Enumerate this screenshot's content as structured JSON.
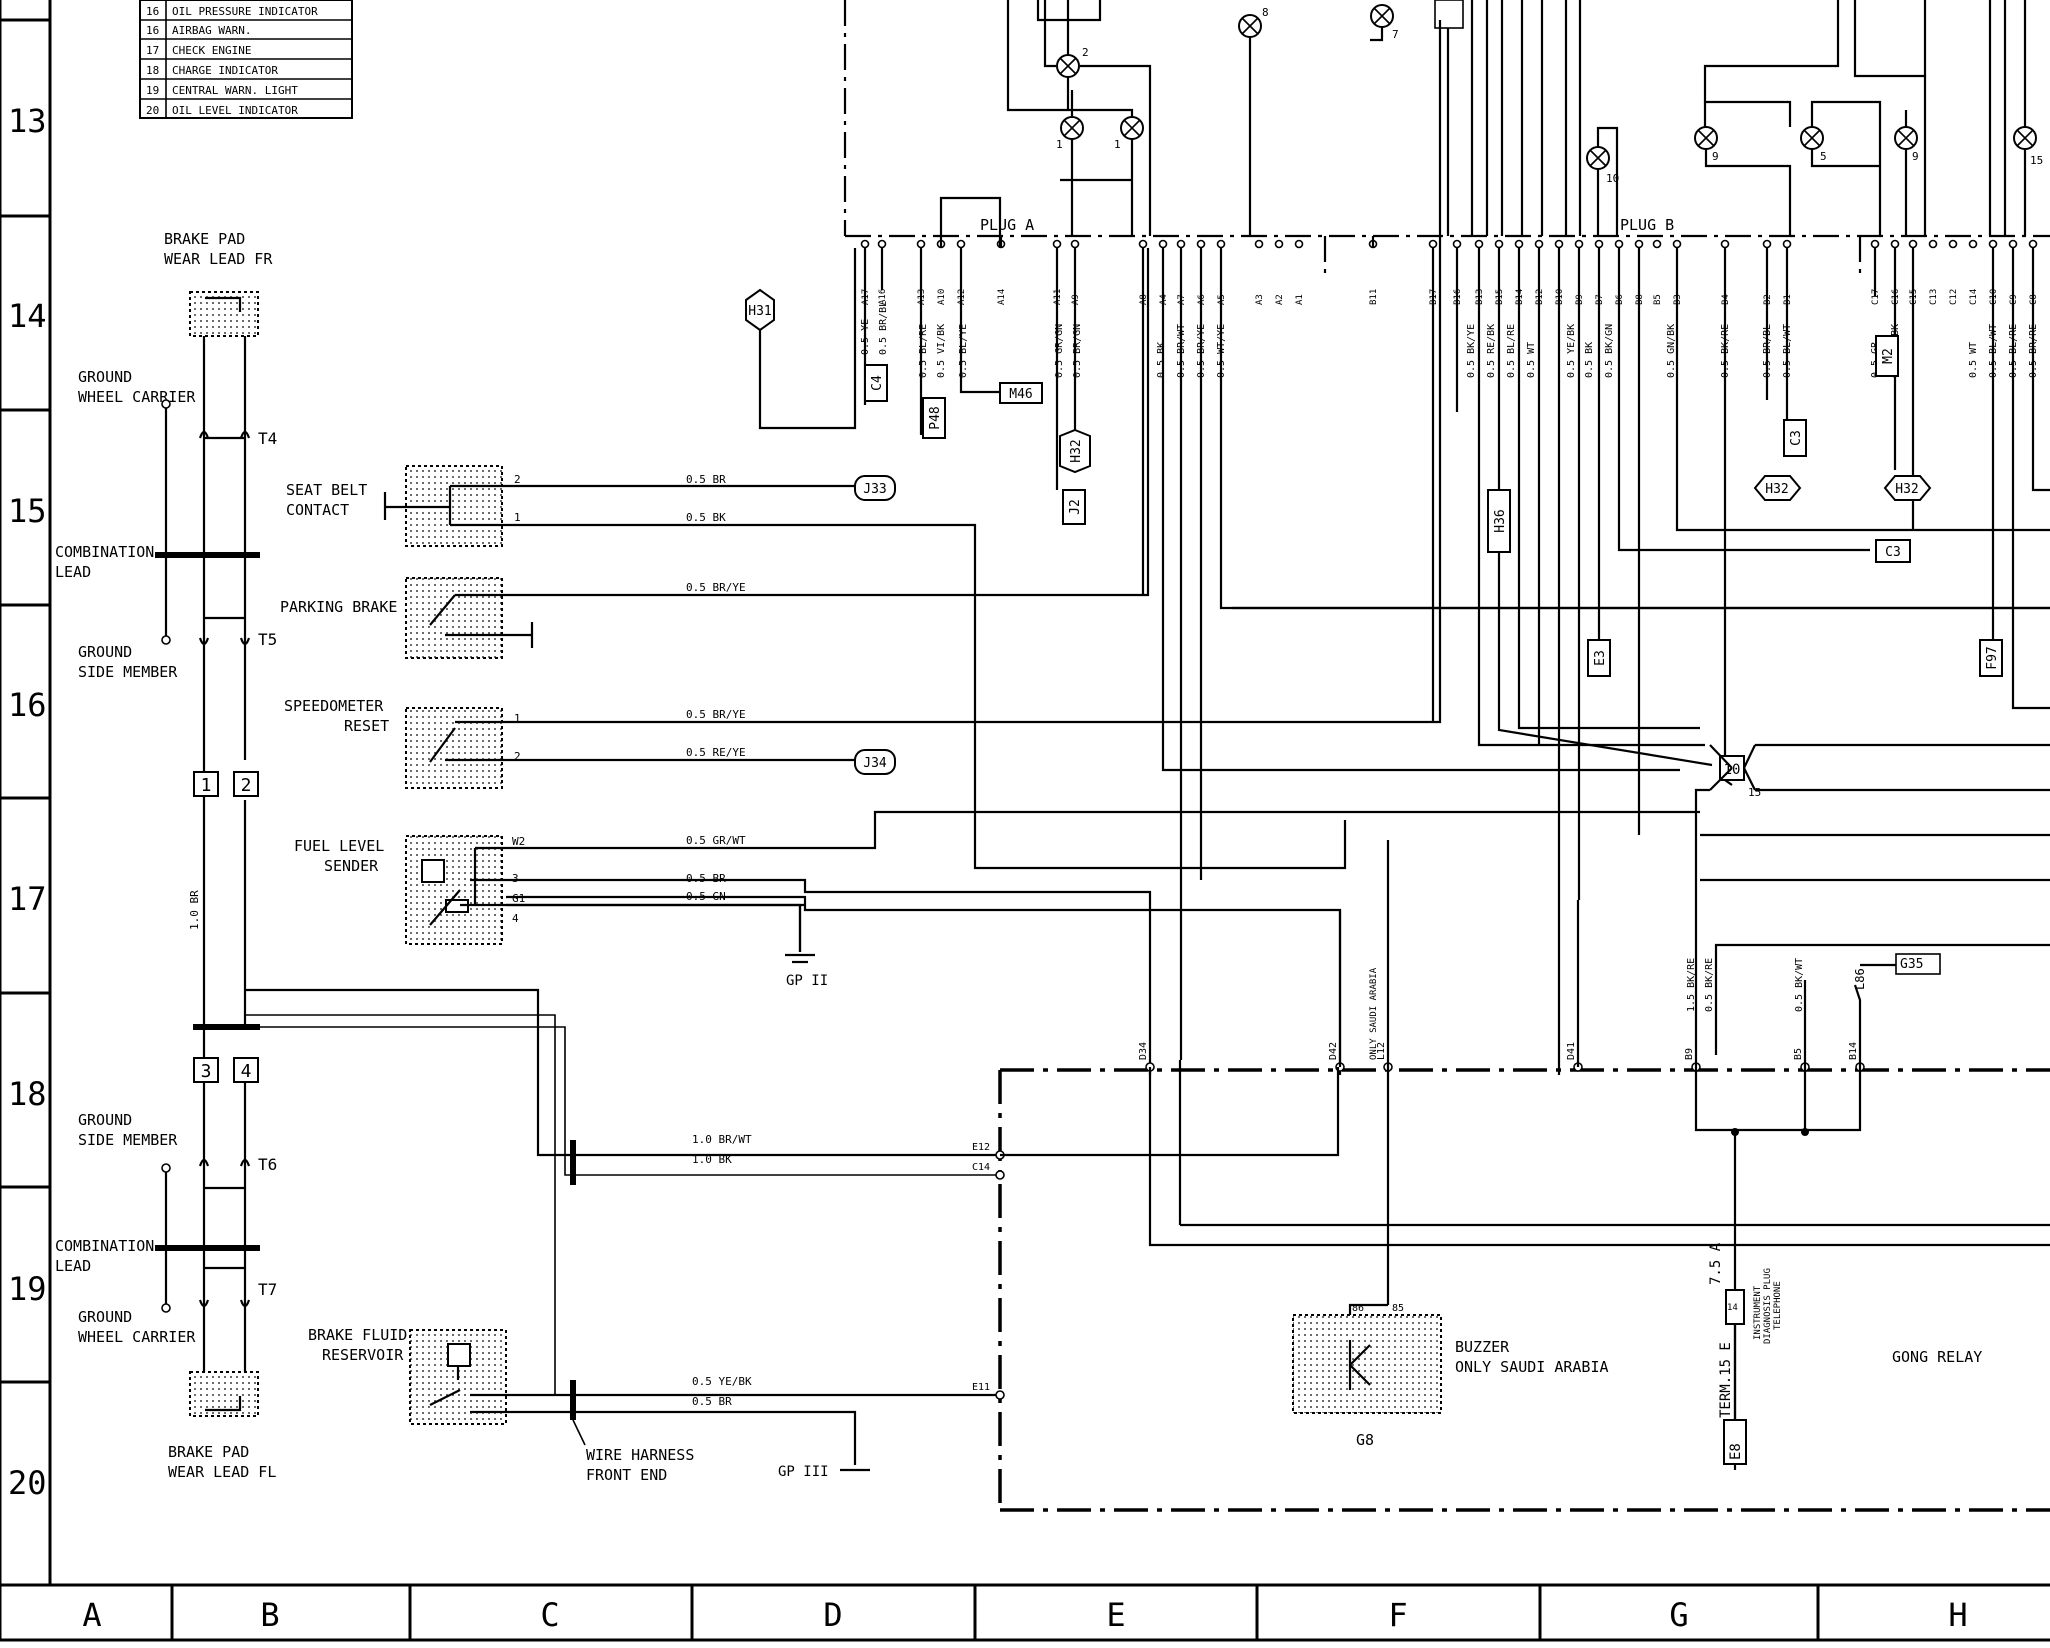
{
  "legend": [
    {
      "no": "16",
      "text": "OIL PRESSURE INDICATOR"
    },
    {
      "no": "16",
      "text": "AIRBAG WARN."
    },
    {
      "no": "17",
      "text": "CHECK ENGINE"
    },
    {
      "no": "18",
      "text": "CHARGE INDICATOR"
    },
    {
      "no": "19",
      "text": "CENTRAL WARN. LIGHT"
    },
    {
      "no": "20",
      "text": "OIL LEVEL INDICATOR"
    }
  ],
  "row_labels": [
    "13",
    "14",
    "15",
    "16",
    "17",
    "18",
    "19",
    "20"
  ],
  "column_labels": [
    "A",
    "B",
    "C",
    "D",
    "E",
    "F",
    "G",
    "H"
  ],
  "components": {
    "brake_pad_fr": [
      "BRAKE PAD",
      "WEAR LEAD FR"
    ],
    "brake_pad_fl": [
      "BRAKE PAD",
      "WEAR LEAD FL"
    ],
    "ground_wheel_carrier_top": [
      "GROUND",
      "WHEEL CARRIER"
    ],
    "ground_side_member_top": [
      "GROUND",
      "SIDE MEMBER"
    ],
    "ground_side_member_bottom": [
      "GROUND",
      "SIDE MEMBER"
    ],
    "ground_wheel_carrier_bottom": [
      "GROUND",
      "WHEEL CARRIER"
    ],
    "combination_lead_top": [
      "COMBINATION",
      "LEAD"
    ],
    "combination_lead_bottom": [
      "COMBINATION",
      "LEAD"
    ],
    "seat_belt": [
      "SEAT BELT",
      "CONTACT"
    ],
    "parking_brake": [
      "PARKING BRAKE"
    ],
    "speedometer_reset": [
      "SPEEDOMETER",
      "RESET"
    ],
    "fuel_level_sender": [
      "FUEL LEVEL",
      "SENDER"
    ],
    "brake_fluid": [
      "BRAKE FLUID",
      "RESERVOIR"
    ],
    "wire_harness": [
      "WIRE HARNESS",
      "FRONT END"
    ],
    "buzzer": [
      "BUZZER",
      "ONLY SAUDI ARABIA"
    ],
    "buzzer_id": "G8",
    "gong_relay": "GONG RELAY",
    "plug_a": "PLUG A",
    "plug_b": "PLUG B",
    "term15": "TERM.15 E",
    "fuse": "7.5 A",
    "fuse_note": [
      "INSTRUMENT",
      "DIAGNOSIS PLUG",
      "TELEPHONE"
    ],
    "only_saudi": "ONLY SAUDI ARABIA",
    "gp2": "GP II",
    "gp3": "GP III"
  },
  "terminals": {
    "T4": "T4",
    "T5": "T5",
    "T6": "T6",
    "T7": "T7",
    "b1": "1",
    "b2": "2",
    "b3": "3",
    "b4": "4"
  },
  "wires": {
    "seat_belt_2": "0.5 BR",
    "seat_belt_1": "0.5 BK",
    "parking": "0.5 BR/YE",
    "speedo_1": "0.5 BR/YE",
    "speedo_2": "0.5 RE/YE",
    "fuel_w2": "0.5 GR/WT",
    "fuel_3": "0.5 BR",
    "fuel_g1": "0.5 GN",
    "b_1_0_br": "1.0 BR",
    "e12": "1.0 BR/WT",
    "c14": "1.0 BK",
    "e11": "0.5 YE/BK",
    "e11b": "0.5 BR",
    "g_b9": "1.5 BK/RE",
    "g_b9b": "0.5 BK/RE",
    "g_b5": "0.5 BK/WT"
  },
  "plug_a_pins": [
    "A17",
    "A16",
    "A13",
    "A10",
    "A12",
    "A14",
    "A11",
    "A9",
    "A8",
    "A4",
    "A7",
    "A6",
    "A5",
    "A3",
    "A2",
    "A1"
  ],
  "plug_a_wires": [
    "0.5 YE",
    "0.5 BR/BL",
    "0.5 BL/RE",
    "0.5 VI/BK",
    "0.5 BL/YE",
    "0.5 GR/GN",
    "0.5 BR/GN",
    "0.5 BK",
    "0.5 BR/WT",
    "0.5 BR/YE",
    "0.5 WT/YE"
  ],
  "plug_b_pins": [
    "B11",
    "B17",
    "B16",
    "B13",
    "B15",
    "B14",
    "B12",
    "B10",
    "B9",
    "B7",
    "B6",
    "B8",
    "B5",
    "B3",
    "B4",
    "B2",
    "B1"
  ],
  "plug_b_wires": [
    "0.5 BK/YE",
    "0.5 RE/BK",
    "0.5 BL/RE",
    "0.5 WT",
    "0.5 YE/BK",
    "0.5 BK",
    "0.5 BK/GN",
    "0.5 GN/BK",
    "0.5 BK/RE",
    "0.5 BR/BL",
    "0.5 BL/WT"
  ],
  "plug_c_pins": [
    "C17",
    "C16",
    "C15",
    "C13",
    "C12",
    "C14",
    "C10",
    "C9",
    "C8"
  ],
  "plug_c_wires": [
    "0.5 GR",
    "0.5 BL/BK",
    "0.5 WT",
    "0.5 BL/WT",
    "0.5 BL/RE",
    "0.5 BR/RE"
  ],
  "refs": {
    "C4": "C4",
    "P48": "P48",
    "M46": "M46",
    "H31": "H31",
    "H32a": "H32",
    "J2": "J2",
    "H36": "H36",
    "E3a": "E3",
    "C3a": "C3",
    "C3b": "C3",
    "H32b": "H32",
    "M2": "M2",
    "H32c": "H32",
    "F97": "F97",
    "J33": "J33",
    "J34": "J34",
    "G35": "G35",
    "E8": "E8",
    "L86": "L86",
    "n10": "10",
    "n15": "15"
  },
  "lamp_numbers": [
    "2",
    "8",
    "7",
    "1",
    "1",
    "10",
    "9",
    "5",
    "9",
    "15"
  ],
  "module_pins": [
    "E12",
    "C14",
    "E11",
    "D34",
    "D42",
    "L12",
    "D41",
    "B9",
    "B5",
    "B14",
    "86",
    "85",
    "14"
  ]
}
